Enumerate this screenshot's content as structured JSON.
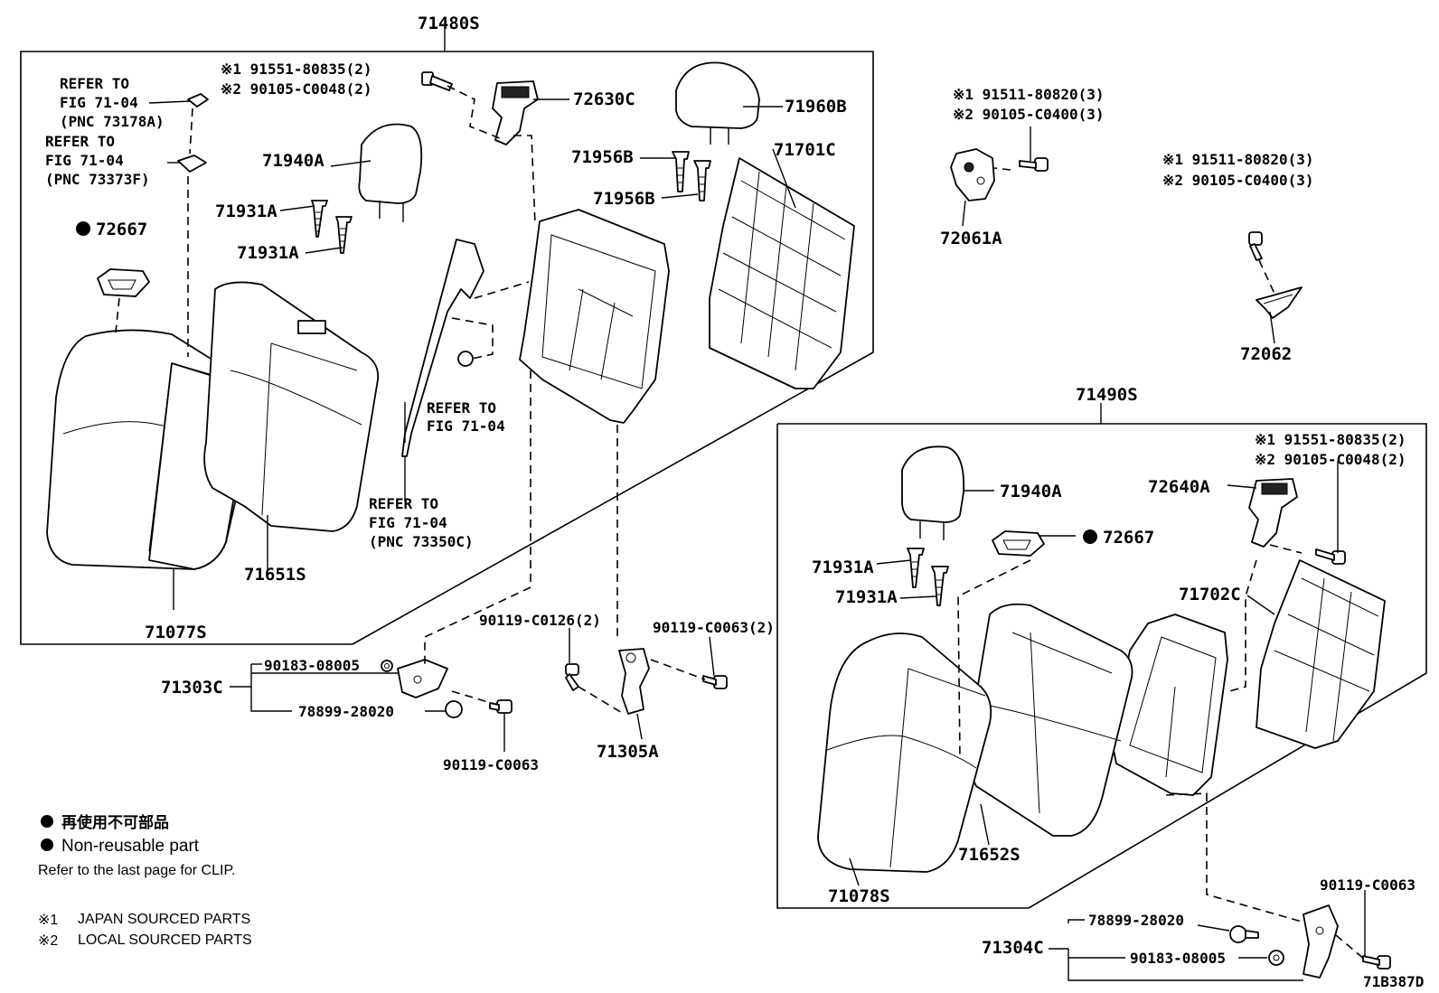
{
  "drawing_code": "71B387D",
  "upper_assembly": {
    "part_no": "71480S",
    "refer1": {
      "line1": "REFER TO",
      "line2": "FIG 71-04",
      "line3": "(PNC 73178A)"
    },
    "refer2": {
      "line1": "REFER TO",
      "line2": "FIG 71-04",
      "line3": "(PNC 73373F)"
    },
    "refer3": {
      "line1": "REFER TO",
      "line2": "FIG 71-04"
    },
    "refer4": {
      "line1": "REFER TO",
      "line2": "FIG 71-04",
      "line3": "(PNC 73350C)"
    },
    "bolt_j": "※1 91551-80835(2)",
    "bolt_l": "※2 90105-C0048(2)",
    "lock": "72630C",
    "headrest_big": "71960B",
    "headrest": "71940A",
    "guide_a1": "71931A",
    "guide_a2": "71931A",
    "guide_b1": "71956B",
    "guide_b2": "71956B",
    "back_board": "71701C",
    "bezel": "72667",
    "pad": "71651S",
    "cover": "71077S"
  },
  "hinge_group": {
    "part_no": "71303C",
    "nut": "90183-08005",
    "pin": "78899-28020",
    "bolt": "90119-C0063",
    "bolt_top1": "90119-C0126(2)",
    "bolt_top2": "90119-C0063(2)",
    "bracket": "71305A"
  },
  "striker_group": {
    "bolt_j": "※1 91511-80820(3)",
    "bolt_l": "※2 90105-C0400(3)",
    "striker": "72061A",
    "bolt2_j": "※1 91511-80820(3)",
    "bolt2_l": "※2 90105-C0400(3)",
    "cover": "72062"
  },
  "lower_assembly": {
    "part_no": "71490S",
    "bolt_j": "※1 91551-80835(2)",
    "bolt_l": "※2 90105-C0048(2)",
    "lock": "72640A",
    "headrest": "71940A",
    "bezel": "72667",
    "guide_a1": "71931A",
    "guide_a2": "71931A",
    "back_board": "71702C",
    "pad": "71652S",
    "cover": "71078S"
  },
  "hinge_group2": {
    "part_no": "71304C",
    "pin": "78899-28020",
    "nut": "90183-08005",
    "bolt": "90119-C0063"
  },
  "legend": {
    "nonreuse_jp": "再使用不可部品",
    "nonreuse_en": "Non-reusable part",
    "clip_note": "Refer to the last page for CLIP.",
    "note1_mark": "※1",
    "note1": "JAPAN SOURCED PARTS",
    "note2_mark": "※2",
    "note2": "LOCAL SOURCED PARTS"
  }
}
